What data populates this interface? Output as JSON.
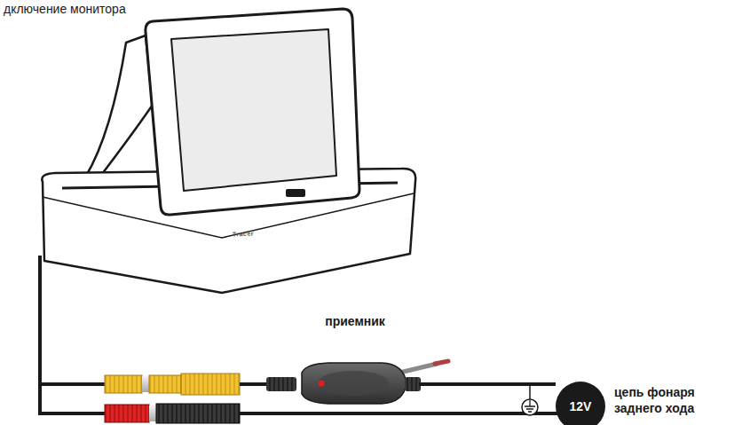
{
  "diagram": {
    "title": "дключение монитора",
    "nodes": [
      {
        "text": [
          "приемник"
        ]
      },
      {
        "text": [
          "12V",
          "цепь фонаря заднего хода"
        ]
      }
    ],
    "edges": [
      {
        "from": 0,
        "to": 1,
        "arrow": "none"
      }
    ],
    "labels": [
      "Tracer"
    ]
  }
}
